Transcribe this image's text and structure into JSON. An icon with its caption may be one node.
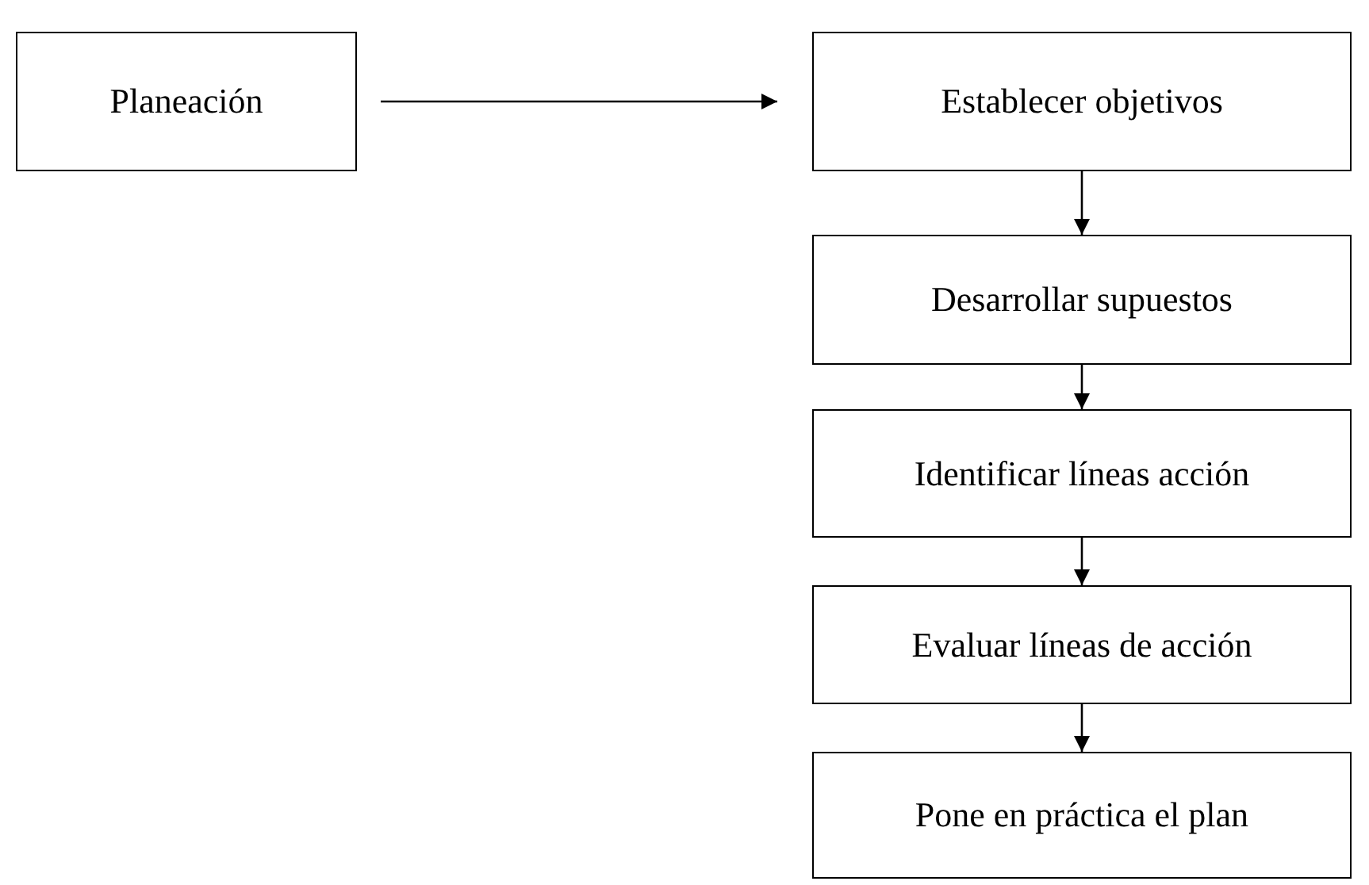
{
  "diagram": {
    "nodes": [
      {
        "text": [
          "Planeación"
        ]
      },
      {
        "text": [
          "Establecer objetivos"
        ]
      },
      {
        "text": [
          "Desarrollar supuestos"
        ]
      },
      {
        "text": [
          "Identificar líneas acción"
        ]
      },
      {
        "text": [
          "Evaluar líneas de acción"
        ]
      },
      {
        "text": [
          "Pone en práctica el plan"
        ]
      }
    ],
    "edges": [
      {
        "from": 0,
        "to": 1,
        "arrow": "to"
      },
      {
        "from": 1,
        "to": 2,
        "arrow": "to"
      },
      {
        "from": 2,
        "to": 3,
        "arrow": "to"
      },
      {
        "from": 3,
        "to": 4,
        "arrow": "to"
      },
      {
        "from": 4,
        "to": 5,
        "arrow": "to"
      }
    ]
  }
}
